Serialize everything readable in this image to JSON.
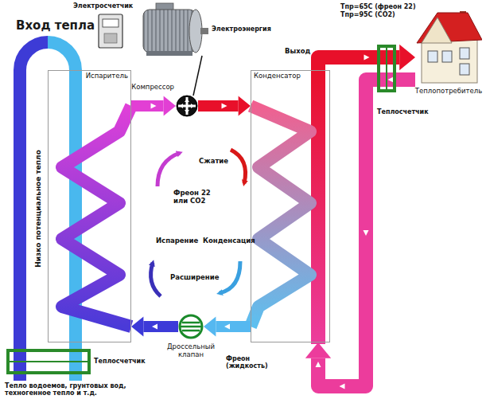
{
  "diagram": {
    "nodes": [
      {
        "text": [
          "Испаритель"
        ]
      },
      {
        "text": [
          "Компрессор"
        ]
      },
      {
        "text": [
          "Конденсатор"
        ]
      },
      {
        "text": [
          "Дроссельный клапан"
        ]
      },
      {
        "text": [
          "Теплопотребитель"
        ]
      }
    ],
    "edges": [
      {
        "from": 0,
        "to": 1,
        "arrow": "to"
      },
      {
        "from": 1,
        "to": 2,
        "arrow": "to"
      },
      {
        "from": 2,
        "to": 3,
        "arrow": "to"
      },
      {
        "from": 3,
        "to": 0,
        "arrow": "to"
      },
      {
        "from": 2,
        "to": 4,
        "arrow": "to"
      },
      {
        "from": 4,
        "to": 2,
        "arrow": "to"
      }
    ],
    "labels": [
      "Электросчетчик",
      "Электроэнергия",
      "Вход тепла",
      "Выход",
      "Тпр=65С (фреон 22)",
      "Тпр=95С (CO2)",
      "Низко потенциальное тепло",
      "Сжатие",
      "Фреон 22 или CO2",
      "Испарение",
      "Конденсация",
      "Расширение",
      "Теплосчетчик",
      "Теплосчетчик",
      "Фреон (жидкость)",
      "Тепло водоемов, грунтовых вод, техногенное тепло и т.д."
    ]
  }
}
